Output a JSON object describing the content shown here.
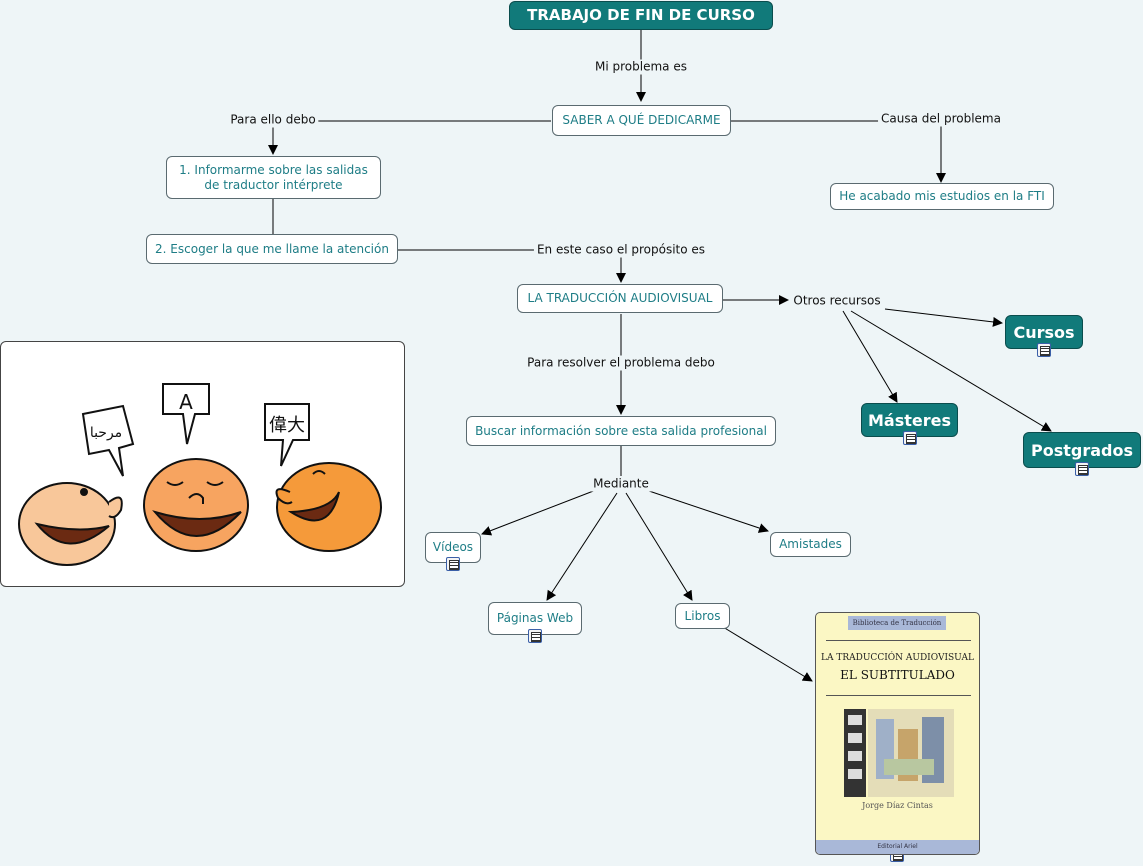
{
  "nodes": {
    "title": "TRABAJO DE FIN DE CURSO",
    "saber": "SABER A QUÉ DEDICARME",
    "informarme": "1. Informarme sobre las salidas\nde traductor intérprete",
    "escoger": "2. Escoger la que me llame la atención",
    "estudios": "He acabado mis estudios en la FTI",
    "traduccion": "LA TRADUCCIÓN AUDIOVISUAL",
    "buscar": "Buscar información sobre esta salida profesional",
    "cursos": "Cursos",
    "masteres": "Másteres",
    "postgrados": "Postgrados",
    "videos": "Vídeos",
    "amistades": "Amistades",
    "paginas": "Páginas Web",
    "libros": "Libros"
  },
  "links": {
    "mi_problema": "Mi problema es",
    "para_ello": "Para ello debo",
    "causa": "Causa del problema",
    "en_este_caso": "En este caso el propósito es",
    "otros": "Otros recursos",
    "para_resolver": "Para resolver el problema debo",
    "mediante": "Mediante"
  },
  "image_text": {
    "bubble_arabic": "مرحبا",
    "bubble_latin": "A",
    "bubble_chinese": "偉大"
  },
  "book": {
    "series": "Biblioteca de Traducción",
    "title1": "LA TRADUCCIÓN AUDIOVISUAL",
    "title2": "EL SUBTITULADO",
    "author": "Jorge Díaz Cintas",
    "publisher": "Editorial Ariel"
  },
  "colors": {
    "background": "#eef5f7",
    "accent_fill": "#117a7a",
    "node_text": "#1e7d86"
  }
}
